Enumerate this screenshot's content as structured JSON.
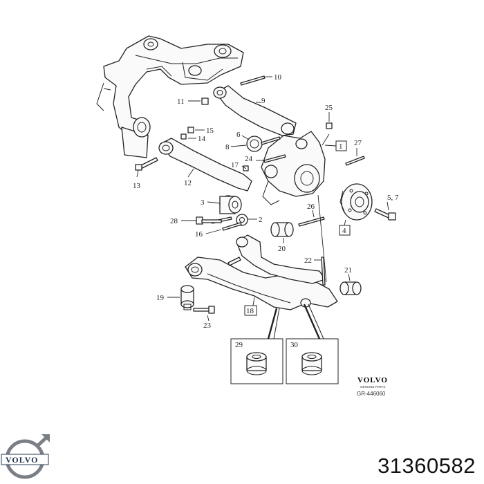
{
  "part_number": "31360582",
  "brand_logo": {
    "text": "VOLVO"
  },
  "drawing_stamp": {
    "brand": "VOLVO",
    "subtitle": "GENUINE PARTS",
    "ref": "GR-446060"
  },
  "callouts": {
    "c1": "1",
    "c2": "2",
    "c3": "3",
    "c4": "4",
    "c5_7": "5, 7",
    "c6": "6",
    "c8": "8",
    "c9": "9",
    "c10": "10",
    "c11": "11",
    "c12": "12",
    "c13": "13",
    "c14": "14",
    "c15": "15",
    "c16": "16",
    "c17": "17",
    "c18": "18",
    "c19": "19",
    "c20": "20",
    "c21": "21",
    "c22": "22",
    "c23": "23",
    "c24": "24",
    "c25": "25",
    "c26": "26",
    "c27": "27",
    "c28": "28",
    "c29": "29",
    "c30": "30"
  },
  "colors": {
    "line": "#222222",
    "background": "#ffffff"
  }
}
